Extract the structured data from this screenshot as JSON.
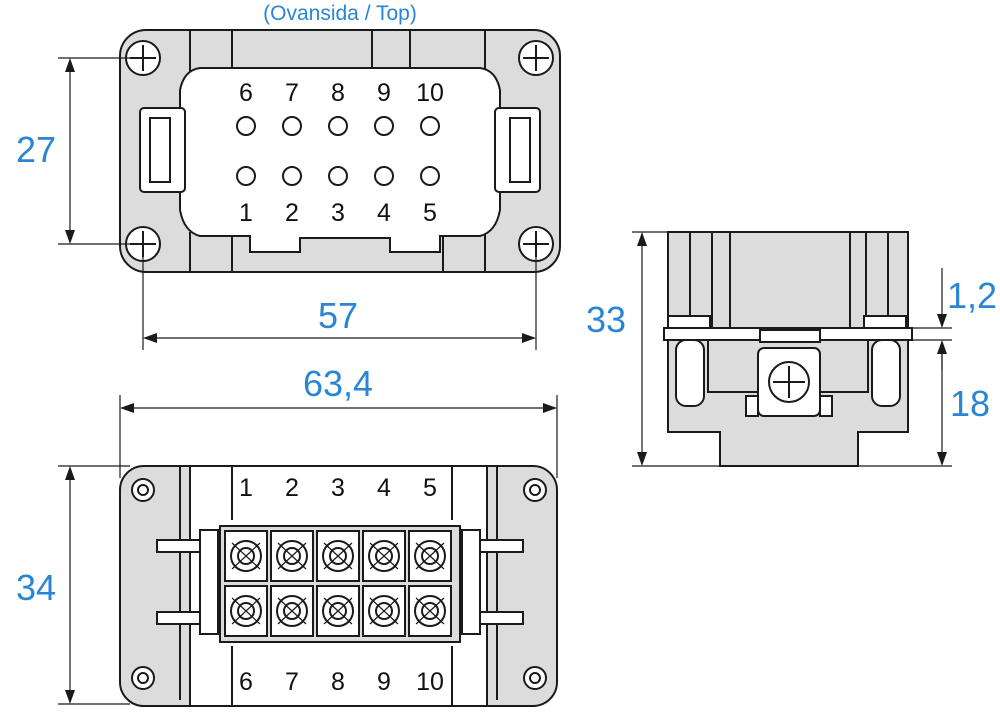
{
  "caption": "(Ovansida / Top)",
  "dimensions": {
    "top_height": "27",
    "top_width": "57",
    "overall_width": "63,4",
    "bottom_height": "34",
    "side_height": "33",
    "side_step": "1,2",
    "side_lower": "18"
  },
  "top_view": {
    "pins_upper": [
      "6",
      "7",
      "8",
      "9",
      "10"
    ],
    "pins_lower": [
      "1",
      "2",
      "3",
      "4",
      "5"
    ]
  },
  "bottom_view": {
    "terminals_upper": [
      "1",
      "2",
      "3",
      "4",
      "5"
    ],
    "terminals_lower": [
      "6",
      "7",
      "8",
      "9",
      "10"
    ]
  },
  "colors": {
    "dimension_text": "#2a86d4",
    "line": "#1a1a1a",
    "body_fill": "#dcdcdc"
  }
}
